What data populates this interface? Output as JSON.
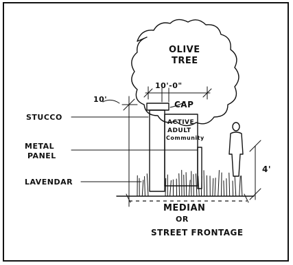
{
  "labels": {
    "tree": [
      "OLIVE",
      "TREE"
    ],
    "dim_width": "10'-0\"",
    "dim_height": "10'",
    "cap": "CAP",
    "stucco": "STUCCO",
    "sign": [
      "ACTIVE",
      "ADULT",
      "Community"
    ],
    "metal_panel": [
      "METAL",
      "PANEL"
    ],
    "lavender": "LAVENDAR",
    "person_height": "4'",
    "caption": [
      "MEDIAN",
      "OR",
      "STREET FRONTAGE"
    ]
  },
  "colors": {
    "ink": "#111111",
    "paper": "#ffffff"
  }
}
